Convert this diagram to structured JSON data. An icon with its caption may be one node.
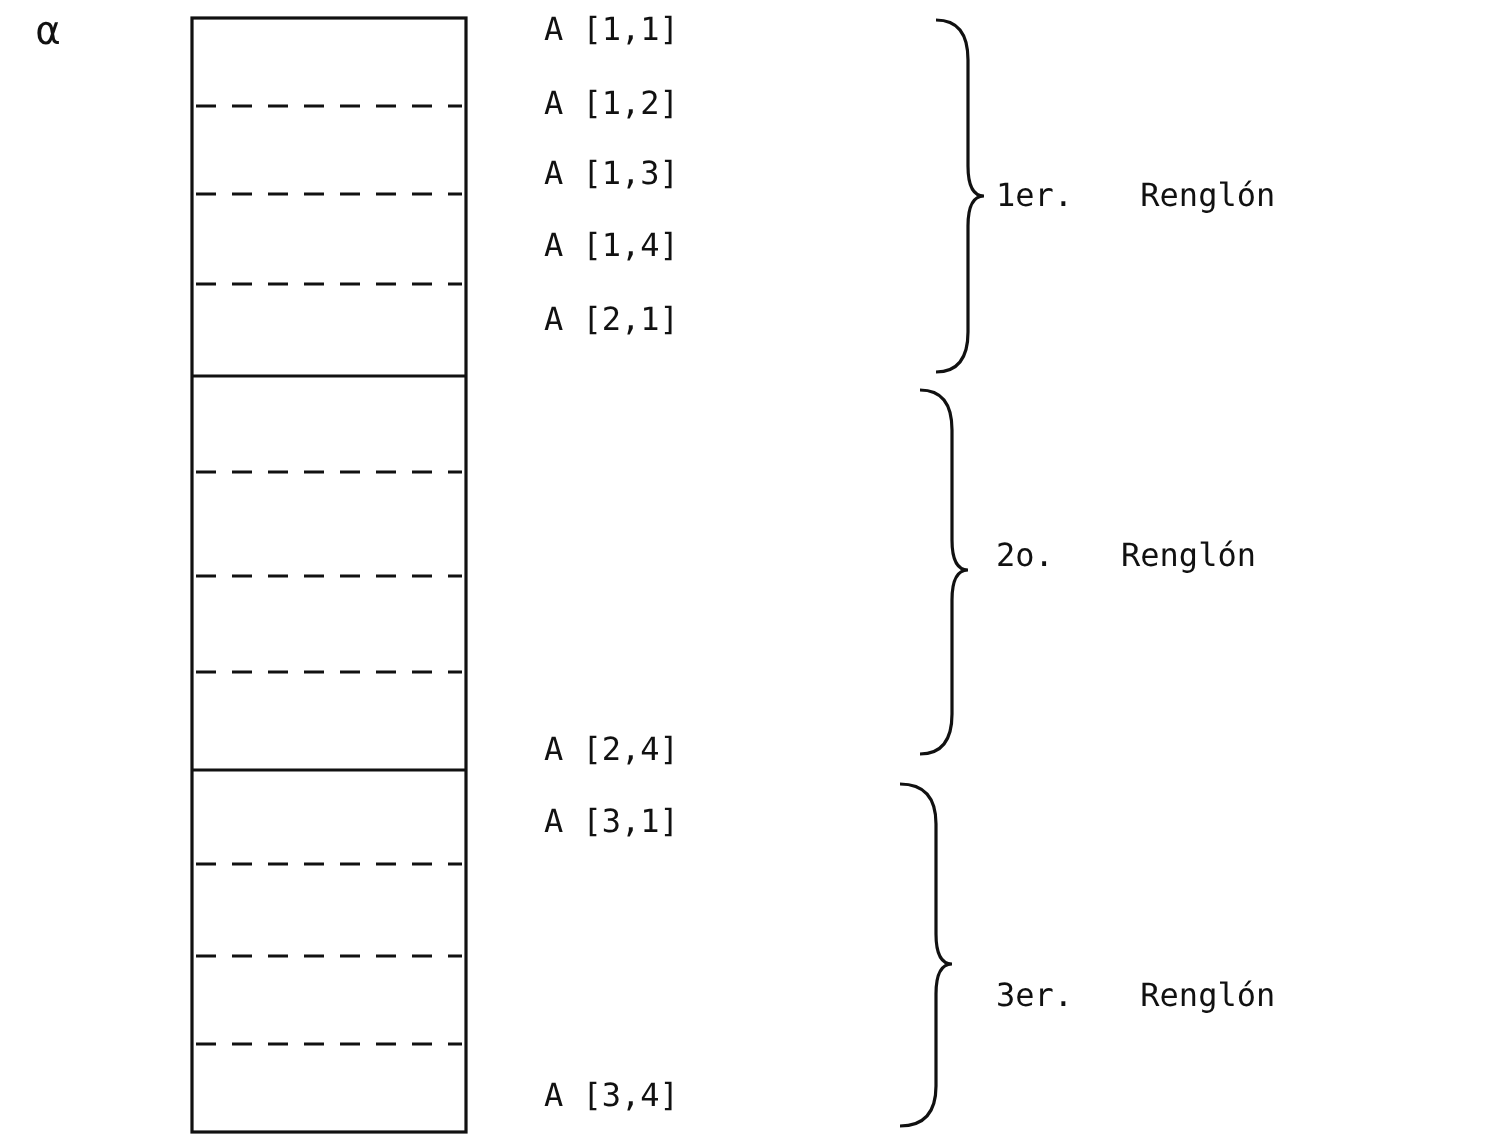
{
  "diagram": {
    "labels": [
      "α",
      "A [1,1]",
      "A [1,2]",
      "A [1,3]",
      "1er. Renglón",
      "A [1,4]",
      "A [2,1]",
      "2o. Renglón",
      "A [2,4]",
      "A [3,1]",
      "3er. Renglón",
      "A [3,4]"
    ]
  }
}
